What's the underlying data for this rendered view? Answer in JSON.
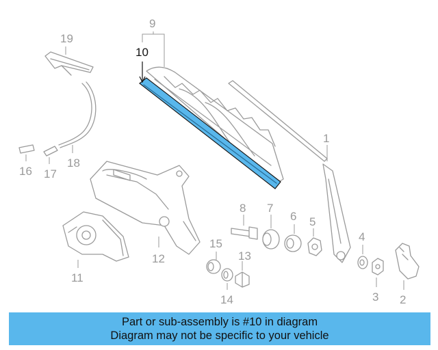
{
  "callouts": {
    "p1": "1",
    "p2": "2",
    "p3": "3",
    "p4": "4",
    "p5": "5",
    "p6": "6",
    "p7": "7",
    "p8": "8",
    "p9": "9",
    "p10": "10",
    "p11": "11",
    "p12": "12",
    "p13": "13",
    "p14": "14",
    "p15": "15",
    "p16": "16",
    "p17": "17",
    "p18": "18",
    "p19": "19"
  },
  "highlight_color": "#59b7ec",
  "banner": {
    "line1": "Part or sub-assembly is #10 in diagram",
    "line2": "Diagram may not be specific to your vehicle"
  }
}
